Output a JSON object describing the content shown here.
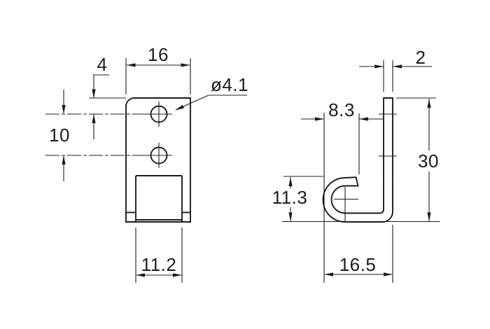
{
  "drawing": {
    "type": "2-view dimensioned part drawing",
    "colors": {
      "line": "#1c1c1c",
      "background": "#ffffff"
    },
    "front_view": {
      "width_label": "16",
      "hole_offset_label": "4",
      "hole_spacing_label": "10",
      "hole_diameter_label": "ø4.1",
      "slot_width_label": "11.2",
      "hole_count": 2
    },
    "side_view": {
      "thickness_label": "2",
      "hook_tip_offset_label": "8.3",
      "height_label": "30",
      "hook_height_label": "11.3",
      "depth_label": "16.5"
    }
  }
}
